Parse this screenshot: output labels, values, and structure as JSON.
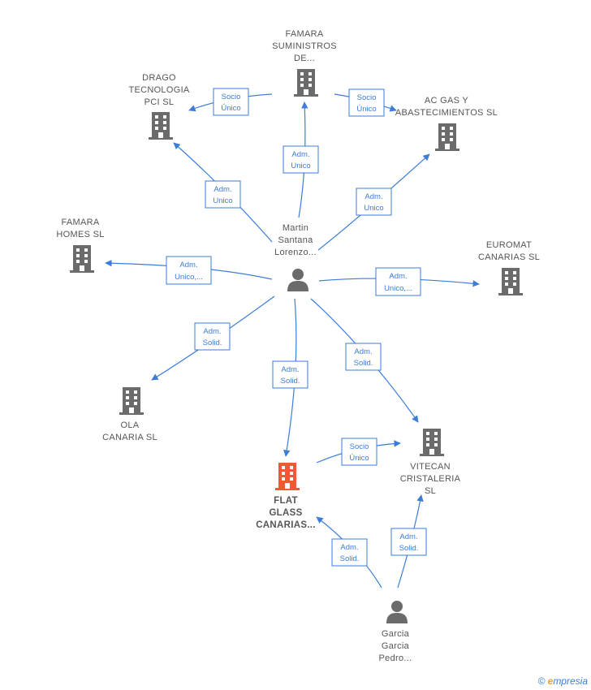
{
  "colors": {
    "edge": "#3b7dd8",
    "node": "#6b6b6b",
    "highlight": "#f05a30"
  },
  "nodes": [
    {
      "id": "famara_sum",
      "type": "company",
      "label": [
        "FAMARA",
        "SUMINISTROS",
        "DE..."
      ]
    },
    {
      "id": "drago",
      "type": "company",
      "label": [
        "DRAGO",
        "TECNOLOGIA",
        "PCI  SL"
      ]
    },
    {
      "id": "acgas",
      "type": "company",
      "label": [
        "AC GAS Y",
        "ABASTECIMIENTOS SL"
      ]
    },
    {
      "id": "famara_homes",
      "type": "company",
      "label": [
        "FAMARA",
        "HOMES  SL"
      ]
    },
    {
      "id": "euromat",
      "type": "company",
      "label": [
        "EUROMAT",
        "CANARIAS SL"
      ]
    },
    {
      "id": "martin",
      "type": "person",
      "label": [
        "Martin",
        "Santana",
        "Lorenzo..."
      ]
    },
    {
      "id": "ola",
      "type": "company",
      "label": [
        "OLA",
        "CANARIA  SL"
      ]
    },
    {
      "id": "flat",
      "type": "company",
      "highlight": true,
      "label": [
        "FLAT",
        "GLASS",
        "CANARIAS..."
      ]
    },
    {
      "id": "vitecan",
      "type": "company",
      "label": [
        "VITECAN",
        "CRISTALERIA",
        "SL"
      ]
    },
    {
      "id": "garcia",
      "type": "person",
      "label": [
        "Garcia",
        "Garcia",
        "Pedro..."
      ]
    }
  ],
  "edges": [
    {
      "id": "e1",
      "label": [
        "Socio",
        "Único"
      ]
    },
    {
      "id": "e2",
      "label": [
        "Socio",
        "Único"
      ]
    },
    {
      "id": "e3",
      "label": [
        "Adm.",
        "Unico"
      ]
    },
    {
      "id": "e4",
      "label": [
        "Adm.",
        "Unico"
      ]
    },
    {
      "id": "e5",
      "label": [
        "Adm.",
        "Unico"
      ]
    },
    {
      "id": "e6",
      "label": [
        "Adm.",
        "Unico,..."
      ]
    },
    {
      "id": "e7",
      "label": [
        "Adm.",
        "Unico,..."
      ]
    },
    {
      "id": "e8",
      "label": [
        "Adm.",
        "Solid."
      ]
    },
    {
      "id": "e9",
      "label": [
        "Adm.",
        "Solid."
      ]
    },
    {
      "id": "e10",
      "label": [
        "Adm.",
        "Solid."
      ]
    },
    {
      "id": "e11",
      "label": [
        "Socio",
        "Único"
      ]
    },
    {
      "id": "e12",
      "label": [
        "Adm.",
        "Solid."
      ]
    },
    {
      "id": "e13",
      "label": [
        "Adm.",
        "Solid."
      ]
    }
  ],
  "brand": {
    "symbol": "©",
    "name": "mpresia",
    "initial": "e"
  }
}
